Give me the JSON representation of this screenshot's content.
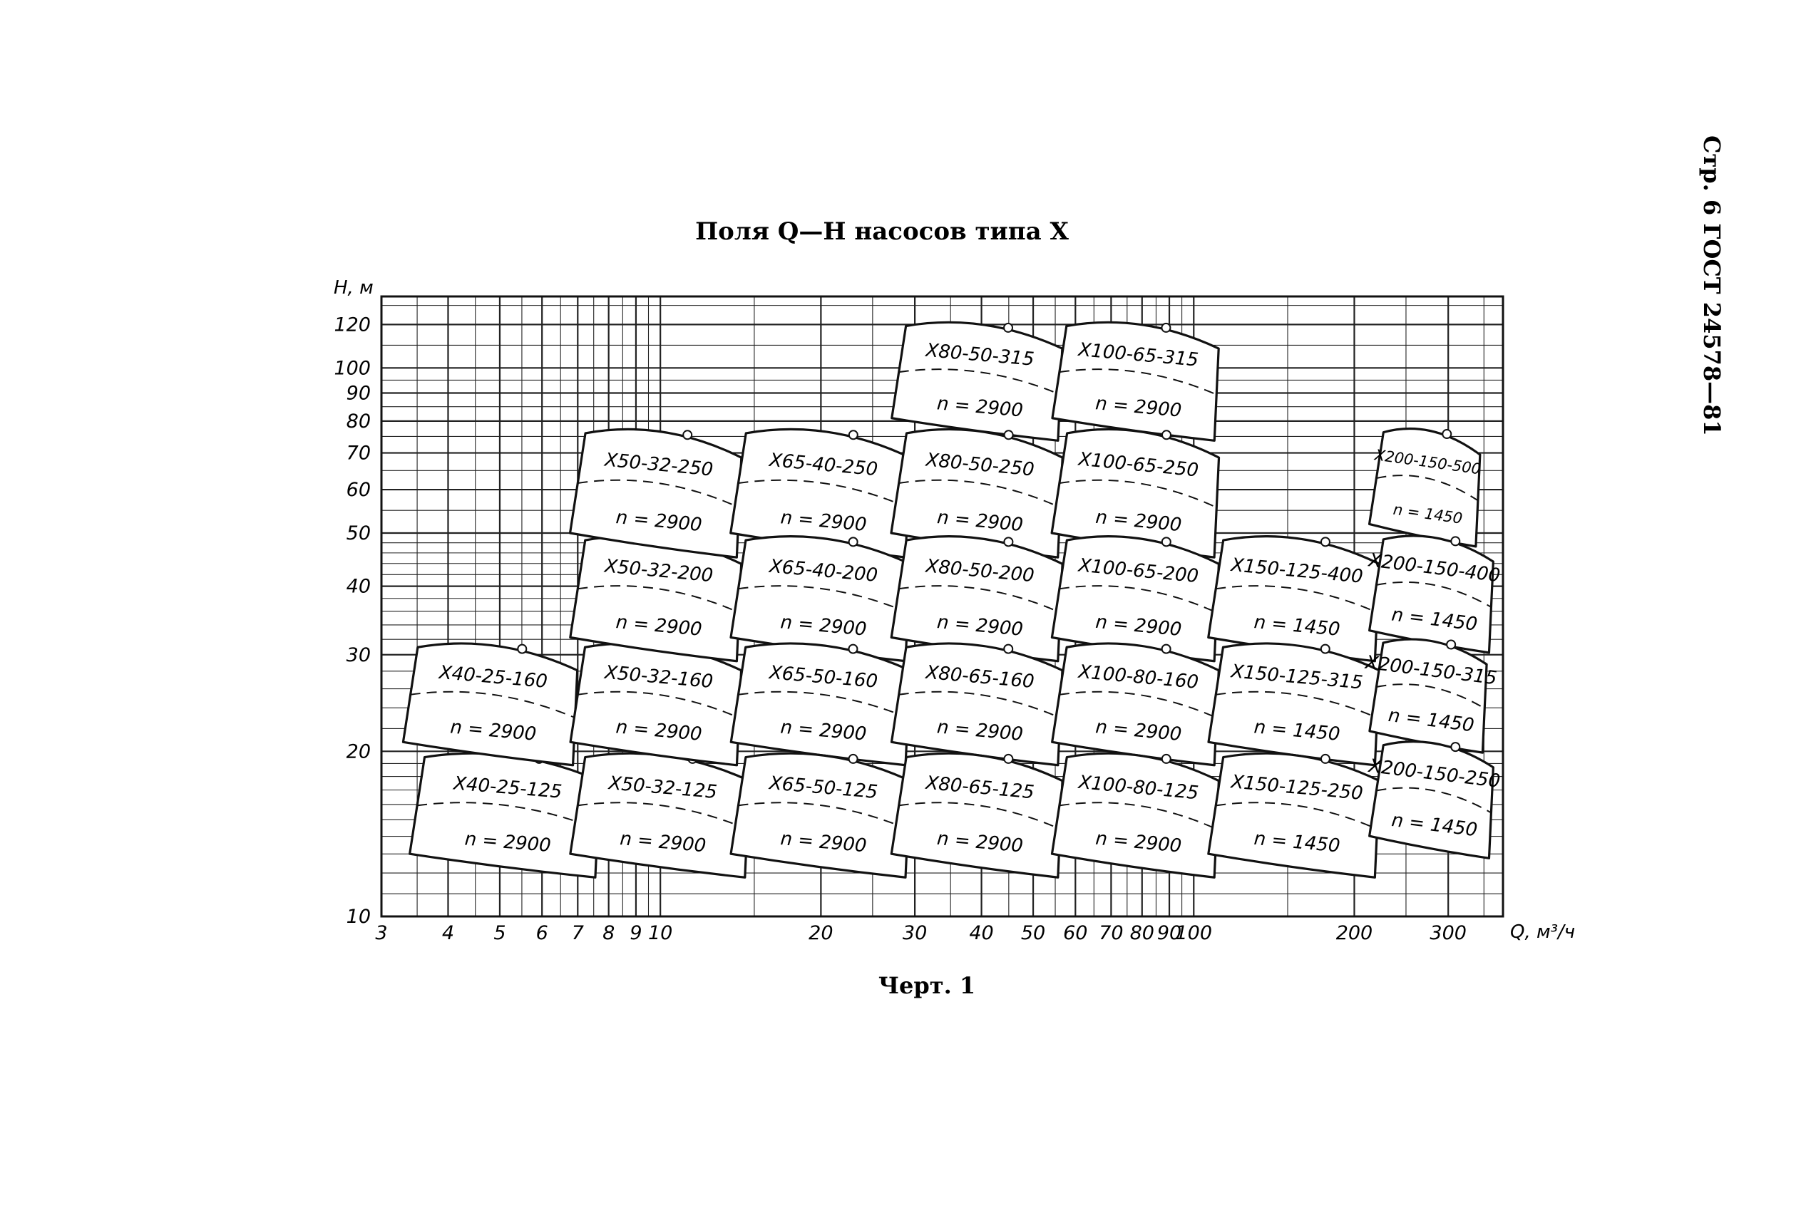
{
  "page": {
    "side_label": "Стр. 6 ГОСТ 24578—81",
    "caption": "Черт. 1"
  },
  "chart_data": {
    "type": "log-log field chart",
    "title": "Поля Q—H насосов типа X",
    "xlabel": "Q, м³/ч",
    "ylabel": "Н, м",
    "xscale": "log",
    "yscale": "log",
    "xlim": [
      3,
      380
    ],
    "ylim": [
      10,
      135
    ],
    "grid": true,
    "x_ticks": [
      {
        "value": 3,
        "label": "3"
      },
      {
        "value": 4,
        "label": "4"
      },
      {
        "value": 5,
        "label": "5"
      },
      {
        "value": 6,
        "label": "6"
      },
      {
        "value": 7,
        "label": "7"
      },
      {
        "value": 8,
        "label": "8"
      },
      {
        "value": 9,
        "label": "9"
      },
      {
        "value": 10,
        "label": "10"
      },
      {
        "value": 20,
        "label": "20"
      },
      {
        "value": 30,
        "label": "30"
      },
      {
        "value": 40,
        "label": "40"
      },
      {
        "value": 50,
        "label": "50"
      },
      {
        "value": 60,
        "label": "60"
      },
      {
        "value": 70,
        "label": "70"
      },
      {
        "value": 80,
        "label": "80"
      },
      {
        "value": 90,
        "label": "90"
      },
      {
        "value": 100,
        "label": "100"
      },
      {
        "value": 200,
        "label": "200"
      },
      {
        "value": 300,
        "label": "300"
      }
    ],
    "y_ticks": [
      {
        "value": 10,
        "label": "10"
      },
      {
        "value": 20,
        "label": "20"
      },
      {
        "value": 30,
        "label": "30"
      },
      {
        "value": 40,
        "label": "40"
      },
      {
        "value": 50,
        "label": "50"
      },
      {
        "value": 60,
        "label": "60"
      },
      {
        "value": 70,
        "label": "70"
      },
      {
        "value": 80,
        "label": "80"
      },
      {
        "value": 90,
        "label": "90"
      },
      {
        "value": 100,
        "label": "100"
      },
      {
        "value": 120,
        "label": "120"
      }
    ],
    "fields": [
      {
        "model": "X40-25-125",
        "speed": "n = 2900",
        "q": [
          3.5,
          7.6
        ],
        "h": [
          12.5,
          20.5
        ]
      },
      {
        "model": "X40-25-160",
        "speed": "n = 2900",
        "q": [
          3.4,
          6.9
        ],
        "h": [
          20.0,
          32.5
        ]
      },
      {
        "model": "X50-32-125",
        "speed": "n = 2900",
        "q": [
          7.0,
          14.5
        ],
        "h": [
          12.5,
          20.5
        ]
      },
      {
        "model": "X50-32-160",
        "speed": "n = 2900",
        "q": [
          7.0,
          14.0
        ],
        "h": [
          20.0,
          32.5
        ]
      },
      {
        "model": "X50-32-200",
        "speed": "n = 2900",
        "q": [
          7.0,
          14.0
        ],
        "h": [
          31.0,
          51.0
        ]
      },
      {
        "model": "X50-32-250",
        "speed": "n = 2900",
        "q": [
          7.0,
          14.0
        ],
        "h": [
          48.0,
          80.0
        ]
      },
      {
        "model": "X65-40-250",
        "speed": "n = 2900",
        "q": [
          14.0,
          29.0
        ],
        "h": [
          48.0,
          80.0
        ]
      },
      {
        "model": "X65-40-200",
        "speed": "n = 2900",
        "q": [
          14.0,
          29.0
        ],
        "h": [
          31.0,
          51.0
        ]
      },
      {
        "model": "X65-50-160",
        "speed": "n = 2900",
        "q": [
          14.0,
          29.0
        ],
        "h": [
          20.0,
          32.5
        ]
      },
      {
        "model": "X65-50-125",
        "speed": "n = 2900",
        "q": [
          14.0,
          29.0
        ],
        "h": [
          12.5,
          20.5
        ]
      },
      {
        "model": "X80-50-315",
        "speed": "n = 2900",
        "q": [
          28.0,
          56.0
        ],
        "h": [
          78.0,
          125.0
        ]
      },
      {
        "model": "X80-50-250",
        "speed": "n = 2900",
        "q": [
          28.0,
          56.0
        ],
        "h": [
          48.0,
          80.0
        ]
      },
      {
        "model": "X80-50-200",
        "speed": "n = 2900",
        "q": [
          28.0,
          56.0
        ],
        "h": [
          31.0,
          51.0
        ]
      },
      {
        "model": "X80-65-160",
        "speed": "n = 2900",
        "q": [
          28.0,
          56.0
        ],
        "h": [
          20.0,
          32.5
        ]
      },
      {
        "model": "X80-65-125",
        "speed": "n = 2900",
        "q": [
          28.0,
          56.0
        ],
        "h": [
          12.5,
          20.5
        ]
      },
      {
        "model": "X100-65-315",
        "speed": "n = 2900",
        "q": [
          56.0,
          110.0
        ],
        "h": [
          78.0,
          125.0
        ]
      },
      {
        "model": "X100-65-250",
        "speed": "n = 2900",
        "q": [
          56.0,
          110.0
        ],
        "h": [
          48.0,
          80.0
        ]
      },
      {
        "model": "X100-65-200",
        "speed": "n = 2900",
        "q": [
          56.0,
          110.0
        ],
        "h": [
          31.0,
          51.0
        ]
      },
      {
        "model": "X100-80-160",
        "speed": "n = 2900",
        "q": [
          56.0,
          110.0
        ],
        "h": [
          20.0,
          32.5
        ]
      },
      {
        "model": "X100-80-125",
        "speed": "n = 2900",
        "q": [
          56.0,
          110.0
        ],
        "h": [
          12.5,
          20.5
        ]
      },
      {
        "model": "X150-125-400",
        "speed": "n = 1450",
        "q": [
          110.0,
          220.0
        ],
        "h": [
          31.0,
          51.0
        ]
      },
      {
        "model": "X150-125-315",
        "speed": "n = 1450",
        "q": [
          110.0,
          220.0
        ],
        "h": [
          20.0,
          32.5
        ]
      },
      {
        "model": "X150-125-250",
        "speed": "n = 1450",
        "q": [
          110.0,
          220.0
        ],
        "h": [
          12.5,
          20.5
        ]
      },
      {
        "model": "X200-150-500",
        "speed": "n = 1450",
        "q": [
          220.0,
          340.0
        ],
        "h": [
          50.0,
          80.0
        ]
      },
      {
        "model": "X200-150-400",
        "speed": "n = 1450",
        "q": [
          220.0,
          360.0
        ],
        "h": [
          32.0,
          51.0
        ]
      },
      {
        "model": "X200-150-315",
        "speed": "n = 1450",
        "q": [
          220.0,
          350.0
        ],
        "h": [
          21.0,
          33.0
        ]
      },
      {
        "model": "X200-150-250",
        "speed": "n = 1450",
        "q": [
          220.0,
          360.0
        ],
        "h": [
          13.5,
          21.5
        ]
      }
    ]
  }
}
